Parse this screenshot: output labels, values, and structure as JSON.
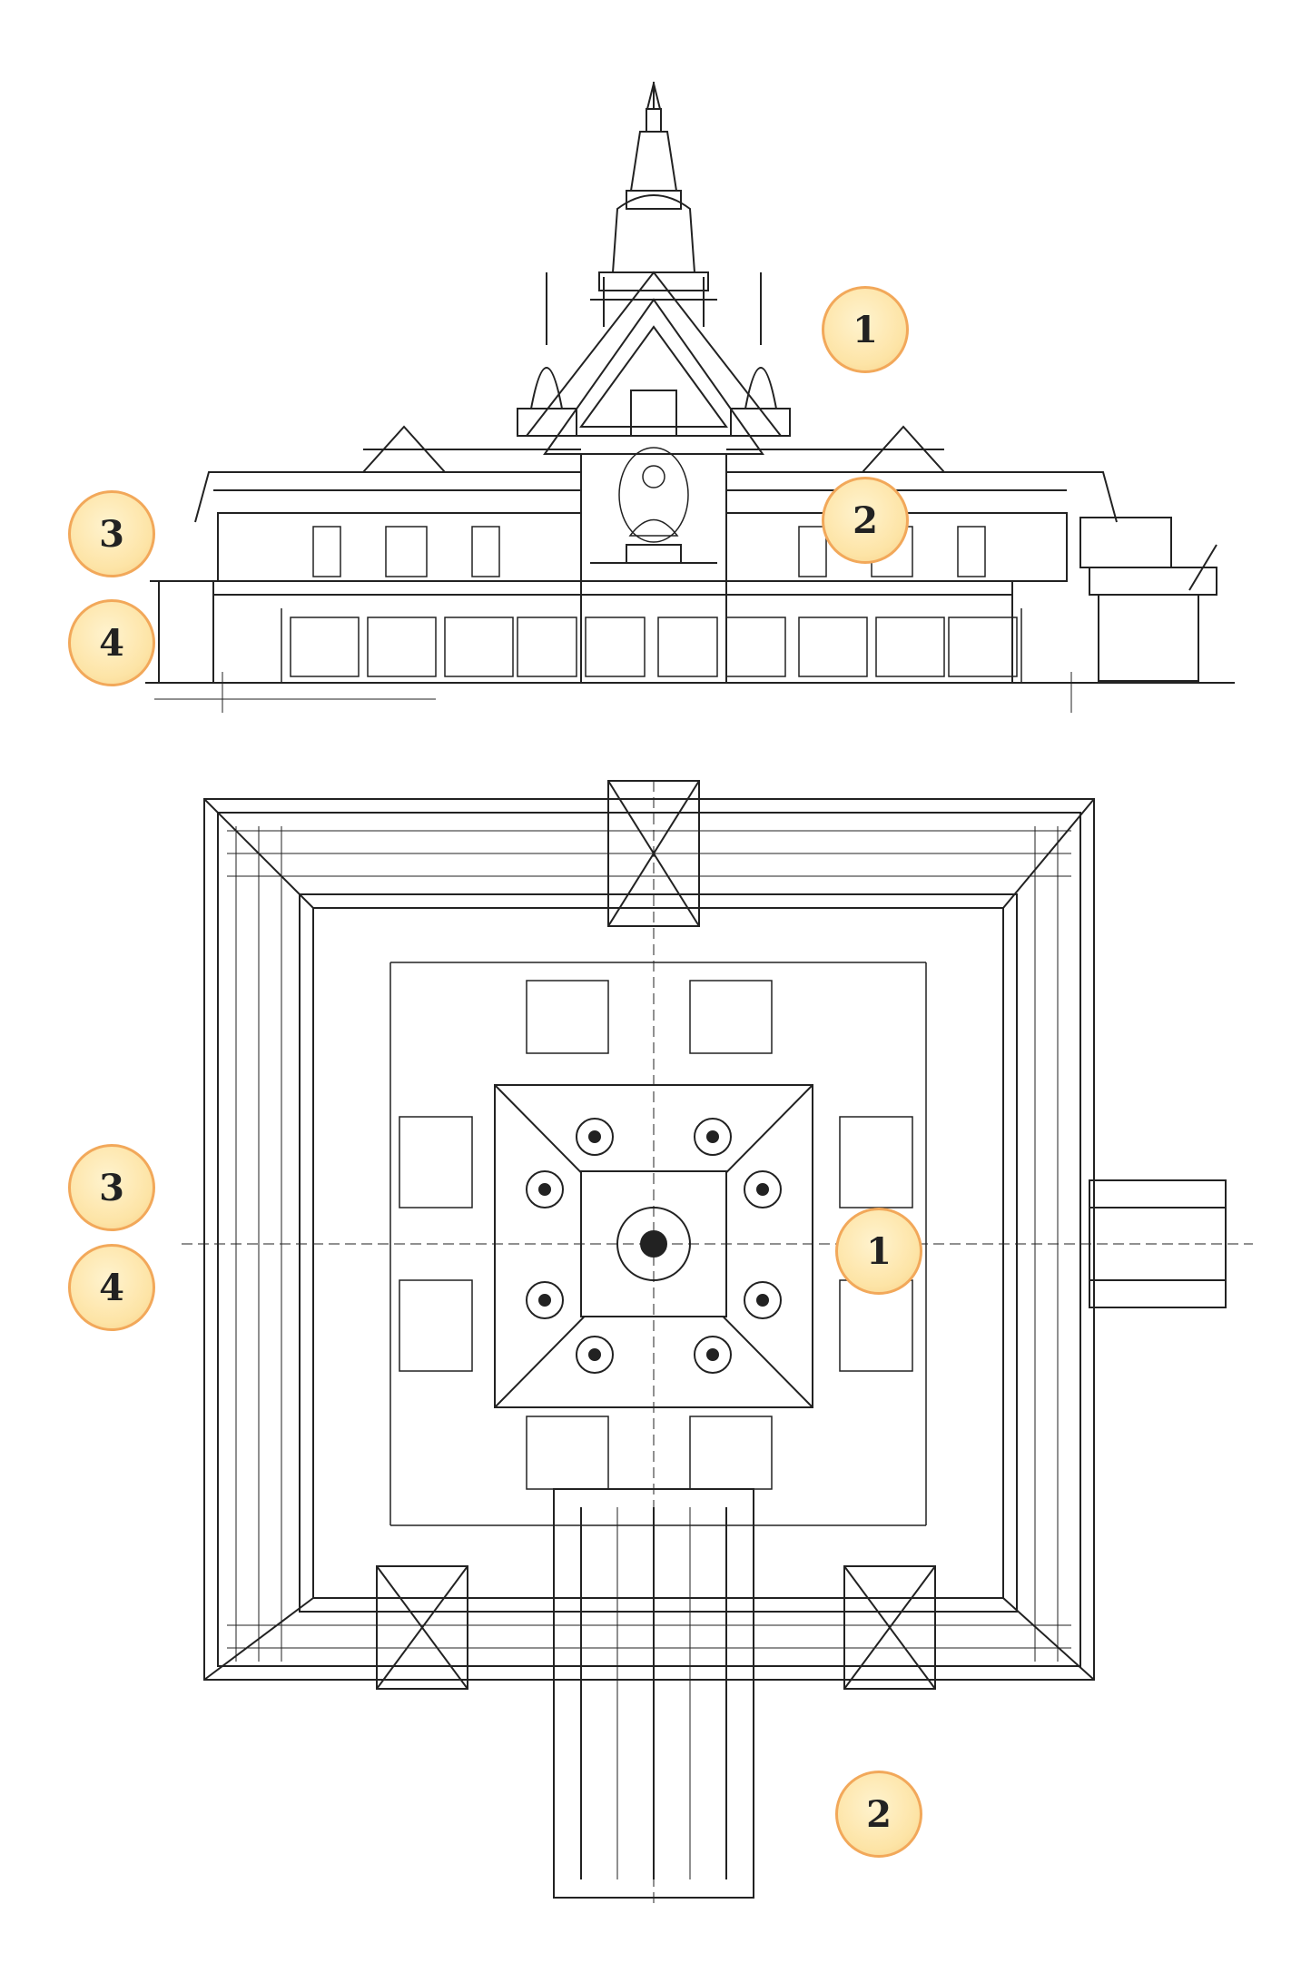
{
  "elevation_markers": [
    {
      "id": "elev-1",
      "label": "1"
    },
    {
      "id": "elev-2",
      "label": "2"
    },
    {
      "id": "elev-3",
      "label": "3"
    },
    {
      "id": "elev-4",
      "label": "4"
    }
  ],
  "plan_markers": [
    {
      "id": "plan-1",
      "label": "1"
    },
    {
      "id": "plan-2",
      "label": "2"
    },
    {
      "id": "plan-3",
      "label": "3"
    },
    {
      "id": "plan-4",
      "label": "4"
    }
  ],
  "colors": {
    "line": "#222222",
    "badge_fill": "#fde4a6",
    "badge_border": "#f2a85a",
    "background": "#ffffff"
  }
}
